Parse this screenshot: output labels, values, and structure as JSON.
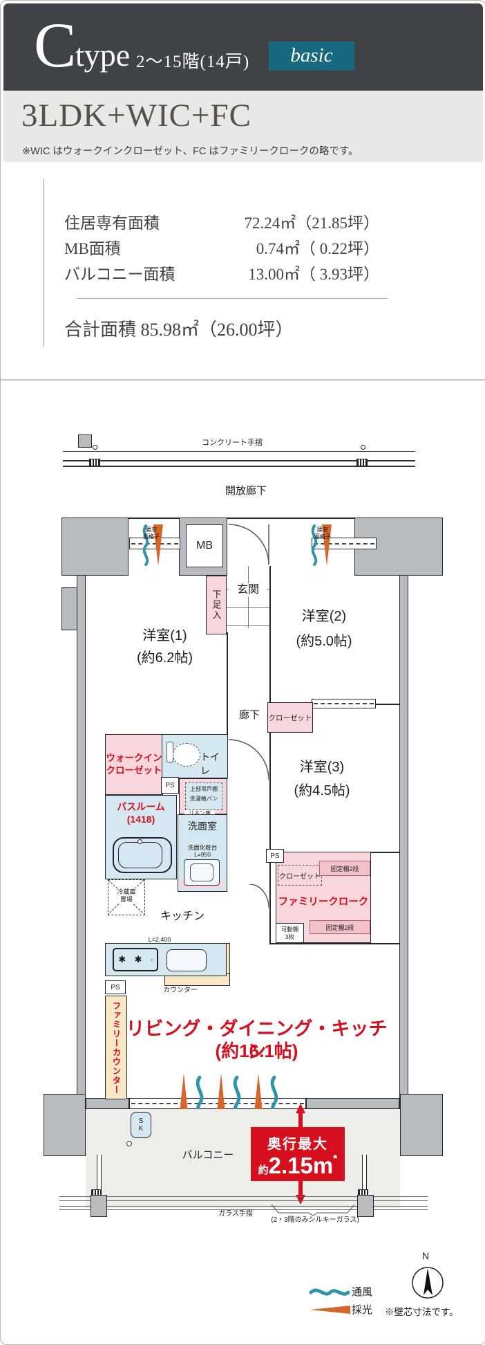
{
  "colors": {
    "accent_red": "#d50f1e",
    "wind_teal": "#2e94a9",
    "light_orange": "#d4662a",
    "badge_teal": "#16697f",
    "wall_gray": "#b9bcbf"
  },
  "header": {
    "type_letter": "C",
    "type_word": "type",
    "floors": "2〜15階(14戸)",
    "badge": "basic"
  },
  "summary": {
    "layout": "3LDK+WIC+FC",
    "note": "※WIC はウォークインクローゼット、FC はファミリークロークの略です。"
  },
  "areas": {
    "rows": [
      {
        "label": "住居専有面積",
        "value": "72.24㎡（21.85坪）"
      },
      {
        "label": "MB面積",
        "value": "0.74㎡（ 0.22坪）"
      },
      {
        "label": "バルコニー面積",
        "value": "13.00㎡（ 3.93坪）"
      }
    ],
    "total": "合計面積 85.98㎡（26.00坪）"
  },
  "plan": {
    "concrete_rail": "コンクリート手摺",
    "open_corridor": "開放廊下",
    "mb": "MB",
    "grille": "腰窓\n面格子",
    "entrance": "玄関",
    "shoe_cabinet": "下足入",
    "room1_name": "洋室(1)",
    "room1_size": "(約6.2帖)",
    "room2_name": "洋室(2)",
    "room2_size": "(約5.0帖)",
    "room3_name": "洋室(3)",
    "room3_size": "(約4.5帖)",
    "hallway": "廊下",
    "closet": "クローゼット",
    "wic": "ウォークイン\nクローゼット",
    "toilet": "トイレ",
    "ps": "PS",
    "upper_cabinet": "上部吊戸棚",
    "washer_pan": "洗濯機パン",
    "linen": "リネン庫",
    "bathroom": "バスルーム\n(1418)",
    "powder_room": "洗面室",
    "vanity": "洗面化粧台\nL=950",
    "fridge": "冷蔵庫\n置場",
    "kitchen": "キッチン",
    "counter_length": "L=2,400",
    "counter": "カウンター",
    "family_counter": "ファミリーカウンター",
    "ldk_name": "リビング・ダイニング・キッチン",
    "ldk_size": "(約16.1帖)",
    "family_cloak": "ファミリークローク",
    "fixed_shelf": "固定棚2段",
    "movable_shelf": "可動棚\n3枚",
    "balcony": "バルコニー",
    "sk": "S\nK",
    "depth_line1": "奥行最大",
    "depth_prefix": "約",
    "depth_value": "2.15m",
    "depth_mark": "*",
    "glass_rail": "ガラス手摺",
    "glass_note": "(2・3階のみシルキーガラス)",
    "north": "N"
  },
  "legend": {
    "wind": "通風",
    "light": "採光",
    "note": "※壁芯寸法です。"
  }
}
